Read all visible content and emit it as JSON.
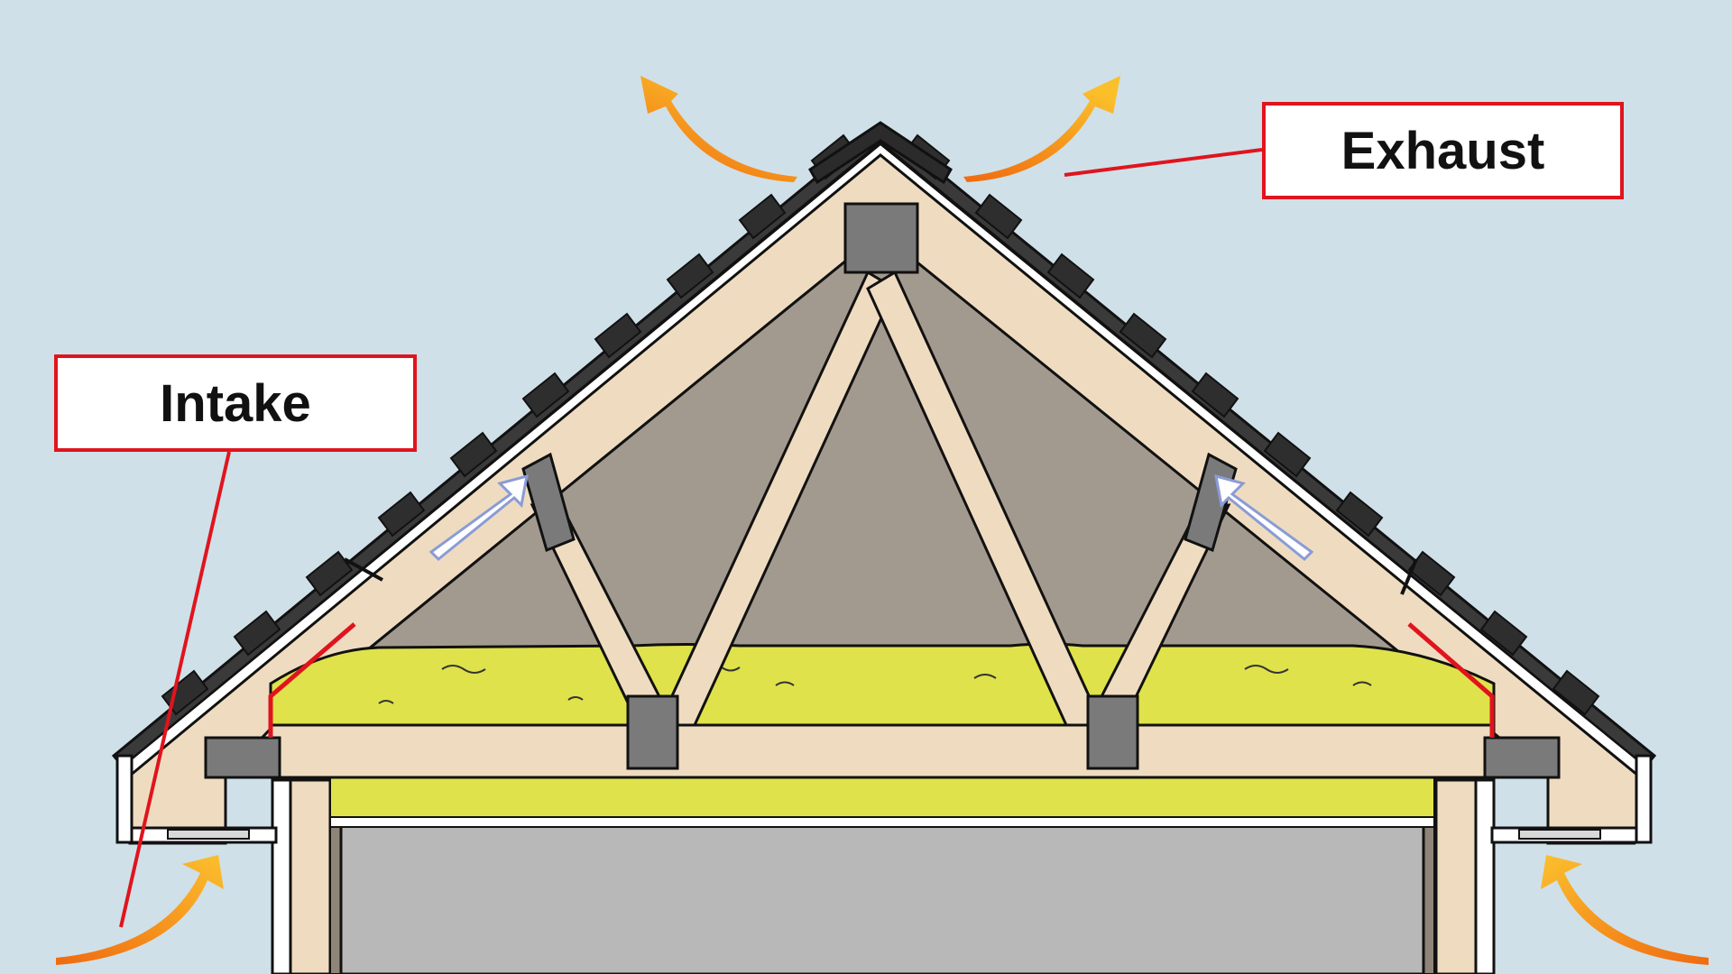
{
  "labels": {
    "exhaust": "Exhaust",
    "intake": "Intake"
  },
  "colors": {
    "sky": "#cfe0e8",
    "wood": "#efdcc0",
    "attic_air": "#a39a8f",
    "insulation": "#dfe24a",
    "block": "#7a7a7a",
    "shingle": "#3a3a3a",
    "ceiling_room": "#b8b8b8",
    "callout_border": "#e0141e",
    "airflow_arrow": "#f59a14"
  },
  "icons": {
    "exhaust_arrows": "orange-curved-arrow",
    "intake_arrows": "orange-curved-arrow",
    "internal_airflow": "white-outlined-arrow"
  }
}
